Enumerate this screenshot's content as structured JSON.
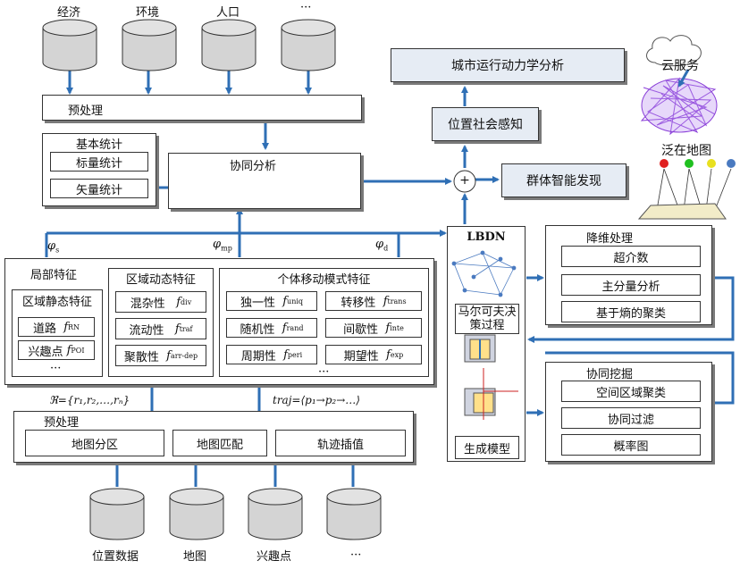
{
  "top_sources": [
    "经济",
    "环境",
    "人口",
    "···"
  ],
  "bottom_sources": [
    "位置数据",
    "地图",
    "兴趣点",
    "···"
  ],
  "top_preprocess": "预处理",
  "basic_stats": {
    "title": "基本统计",
    "items": [
      "标量统计",
      "矢量统计"
    ]
  },
  "coanalysis": "协同分析",
  "city_dynamics": "城市运行动力学分析",
  "location_social": "位置社会感知",
  "swarm_intel": "群体智能发现",
  "plus": "+",
  "cloud_service": "云服务",
  "pan_map": "泛在地图",
  "phi": {
    "s": "φ",
    "s_sub": "s",
    "mp": "φ",
    "mp_sub": "mp",
    "d": "φ",
    "d_sub": "d"
  },
  "local_features": {
    "title": "局部特征",
    "static_title": "区域静态特征",
    "static_items": [
      {
        "name": "道路",
        "f": "f",
        "sub": "RN"
      },
      {
        "name": "兴趣点",
        "f": "f",
        "sub": "POI"
      }
    ],
    "ellipsis": "···"
  },
  "region_dynamic": {
    "title": "区域动态特征",
    "items": [
      {
        "name": "混杂性",
        "f": "f",
        "sub": "div"
      },
      {
        "name": "流动性",
        "f": "f",
        "sub": "traf"
      },
      {
        "name": "聚散性",
        "f": "f",
        "sub": "arr-dep"
      }
    ]
  },
  "individual": {
    "title": "个体移动模式特征",
    "items": [
      {
        "name": "独一性",
        "f": "f",
        "sub": "uniq"
      },
      {
        "name": "转移性",
        "f": "f",
        "sub": "trans"
      },
      {
        "name": "随机性",
        "f": "f",
        "sub": "rand"
      },
      {
        "name": "间歇性",
        "f": "f",
        "sub": "inte"
      },
      {
        "name": "周期性",
        "f": "f",
        "sub": "peri"
      },
      {
        "name": "期望性",
        "f": "f",
        "sub": "exp"
      }
    ],
    "ellipsis": "···"
  },
  "formula_r": "ℜ={r₁,r₂,…,rₙ}",
  "formula_traj": "traj=⟨p₁→p₂→…⟩",
  "bottom_preprocess": {
    "title": "预处理",
    "items": [
      "地图分区",
      "地图匹配",
      "轨迹插值"
    ]
  },
  "lbdn": {
    "title": "LBDN",
    "mdp": "马尔可夫决策过程",
    "gen": "生成模型"
  },
  "dim_reduction": {
    "title": "降维处理",
    "items": [
      "超介数",
      "主分量分析",
      "基于熵的聚类"
    ]
  },
  "co_mining": {
    "title": "协同挖掘",
    "items": [
      "空间区域聚类",
      "协同过滤",
      "概率图"
    ]
  },
  "colors": {
    "arrow": "#2f6fb5",
    "box_blue": "#e6ecf4",
    "cylinder": "#d4d4d4"
  }
}
